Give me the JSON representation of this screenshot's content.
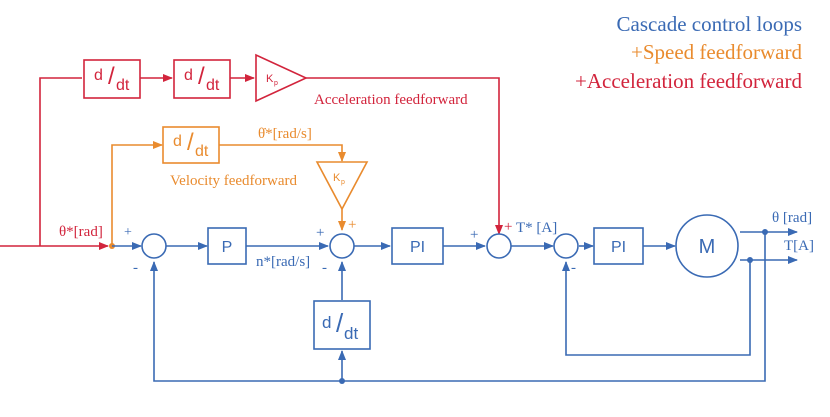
{
  "colors": {
    "cascade": "#3a6ab4",
    "speed_ff": "#e98b2e",
    "accel_ff": "#d2243c"
  },
  "legend": {
    "line1": "Cascade control loops",
    "line2": "+Speed feedforward",
    "line3": "+Acceleration feedforward"
  },
  "blocks": {
    "deriv_d": "d",
    "deriv_slash": "/",
    "deriv_dt": "dt",
    "gain_k": "K",
    "gain_sub": "p",
    "p": "P",
    "pi_speed": "PI",
    "pi_torque": "PI",
    "motor": "M"
  },
  "labels": {
    "acceleration_feedforward": "Acceleration feedforward",
    "velocity_feedforward": "Velocity feedforward",
    "theta_dot_ref": "θ̇*[rad/s]",
    "theta_ref": "θ*[rad]",
    "speed_ref": "n*[rad/s]",
    "torque_ref": "T* [A]",
    "theta_out": "θ [rad]",
    "torque_out": "T[A]"
  },
  "signs": {
    "plus": "+",
    "minus": "-"
  }
}
